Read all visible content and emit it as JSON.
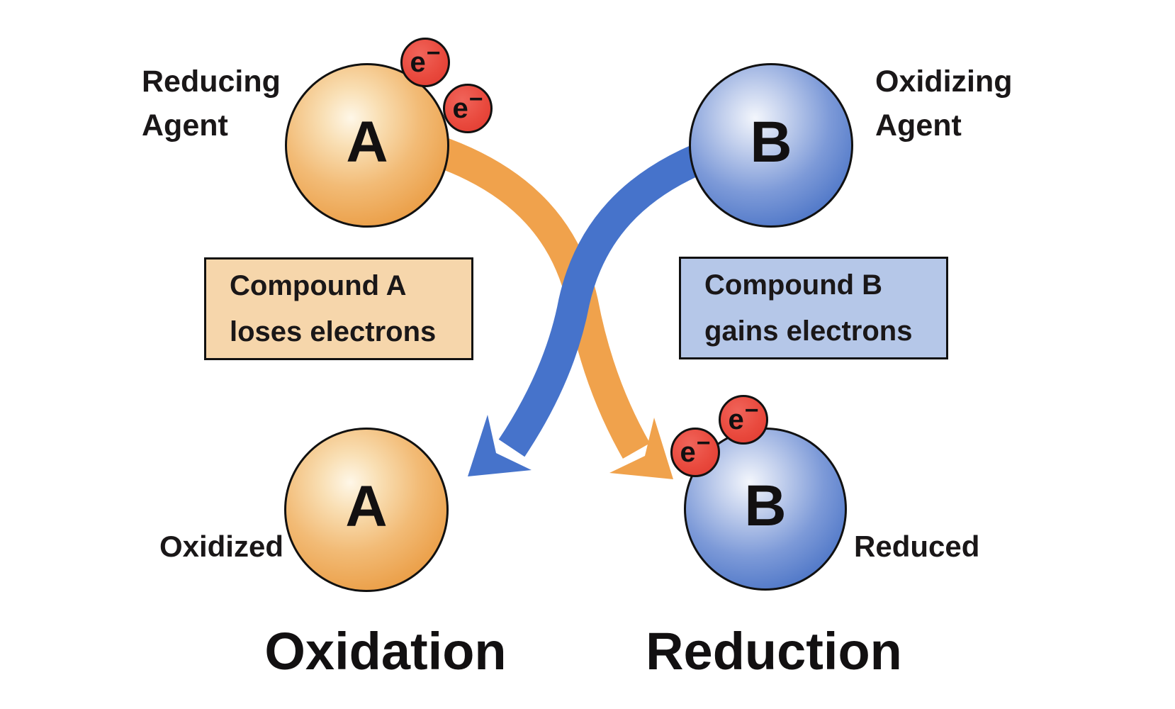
{
  "diagram": {
    "topic": "Redox reaction: electron transfer between compound A and compound B",
    "labels": {
      "reducing_agent_line1": "Reducing",
      "reducing_agent_line2": "Agent",
      "oxidizing_agent_line1": "Oxidizing",
      "oxidizing_agent_line2": "Agent",
      "compound_a_letter": "A",
      "compound_b_letter": "B",
      "box_a_line1": "Compound A",
      "box_a_line2": "loses electrons",
      "box_b_line1": "Compound B",
      "box_b_line2": "gains electrons",
      "oxidized": "Oxidized",
      "reduced": "Reduced",
      "oxidation": "Oxidation",
      "reduction": "Reduction",
      "electron_base": "e",
      "electron_sup": "−"
    },
    "colors": {
      "background": "#FFFFFF",
      "orange_sphere_edge": "#E99A42",
      "orange_sphere_highlight": "#FEF7E8",
      "orange_arrow": "#F0A24C",
      "blue_sphere_edge": "#4B74C6",
      "blue_sphere_highlight": "#F3F6FC",
      "blue_arrow": "#4673CB",
      "electron_red": "#E94A3E",
      "box_a_fill": "#F6D6AB",
      "box_b_fill": "#B5C7E8",
      "outline_black": "#111111",
      "text_black": "#1A1718"
    },
    "icons": [
      {
        "name": "electron-icon",
        "meaning": "transferred electron (e minus)",
        "count": 4
      }
    ]
  }
}
